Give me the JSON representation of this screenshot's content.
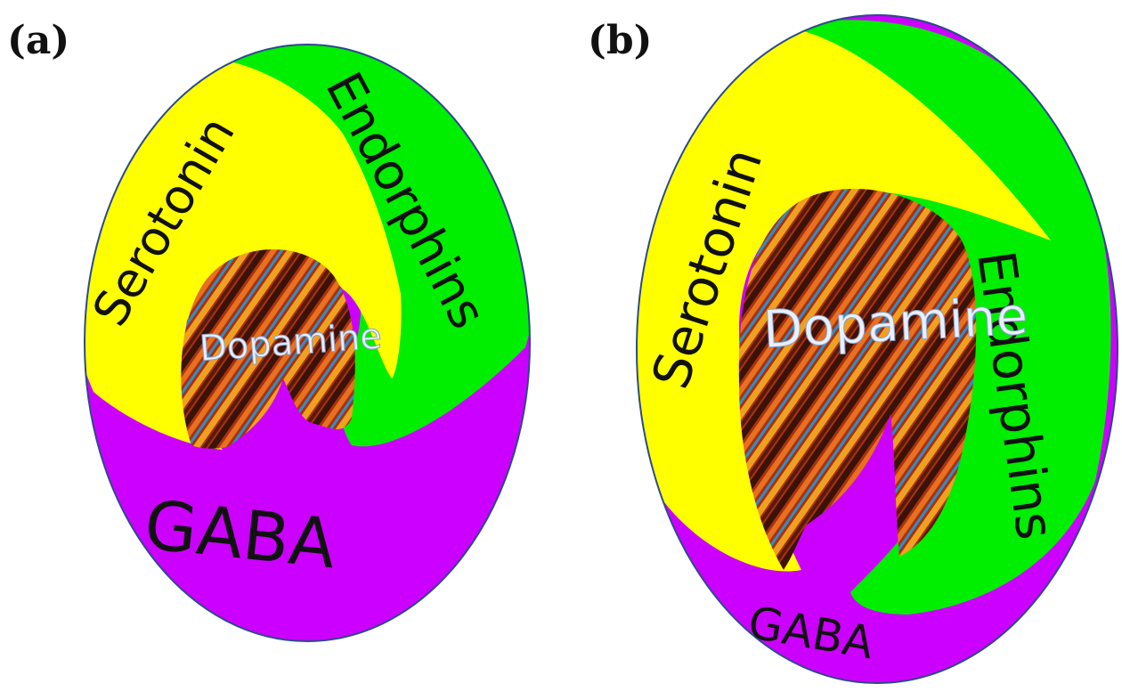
{
  "panels": [
    {
      "id": "a",
      "label": "(a)",
      "labels": {
        "serotonin": "Serotonin",
        "endorphins": "Endorphins",
        "gaba": "GABA",
        "dopamine": "Dopamine"
      }
    },
    {
      "id": "b",
      "label": "(b)",
      "labels": {
        "serotonin": "Serotonin",
        "endorphins": "Endorphins",
        "gaba": "GABA",
        "dopamine": "Dopamine"
      }
    }
  ],
  "colors": {
    "serotonin": "#ffff00",
    "endorphins": "#00ee00",
    "gaba": "#cc00ff",
    "dopamine_dark": "#3a1208",
    "dopamine_orange": "#d8561a",
    "dopamine_blue": "#2f8fc8",
    "outline": "#2b4a8a"
  }
}
